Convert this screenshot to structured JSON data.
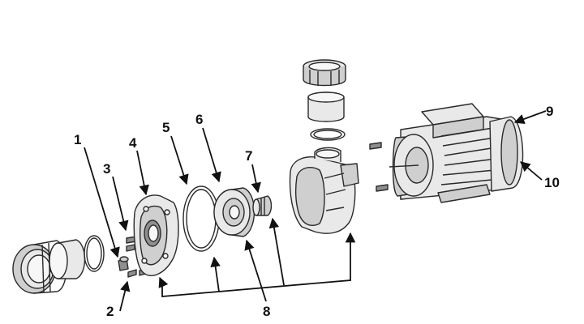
{
  "callouts": [
    {
      "id": "1",
      "label": "1"
    },
    {
      "id": "2",
      "label": "2"
    },
    {
      "id": "3",
      "label": "3"
    },
    {
      "id": "4",
      "label": "4"
    },
    {
      "id": "5",
      "label": "5"
    },
    {
      "id": "6",
      "label": "6"
    },
    {
      "id": "7",
      "label": "7"
    },
    {
      "id": "8",
      "label": "8"
    },
    {
      "id": "9",
      "label": "9"
    },
    {
      "id": "10",
      "label": "10"
    }
  ],
  "colors": {
    "line": "#2a2a2a",
    "shade_light": "#e9e9e9",
    "shade_mid": "#cfcfcf",
    "shade_dark": "#8f8f8f",
    "background": "#ffffff"
  }
}
